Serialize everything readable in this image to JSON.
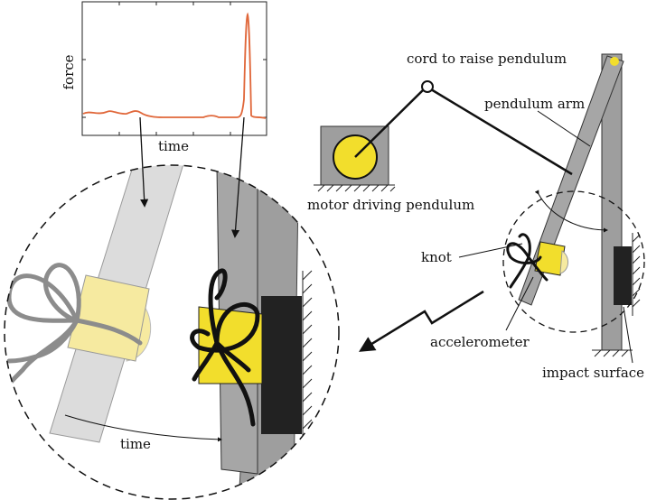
{
  "labels": {
    "cord": "cord to raise pendulum",
    "arm": "pendulum arm",
    "motor": "motor driving pendulum",
    "knot": "knot",
    "accelerometer": "accelerometer",
    "impact": "impact surface",
    "time_arrow": "time"
  },
  "plot": {
    "xlabel": "time",
    "ylabel": "force",
    "line_color": "#e0673a"
  },
  "colors": {
    "yellow": "#f2de2c",
    "yellow_light": "#f6eaa0",
    "arm_gray": "#a6a6a6",
    "arm_light": "#dcdcdc",
    "wall_gray": "#9e9e9e",
    "pad_black": "#222222"
  }
}
